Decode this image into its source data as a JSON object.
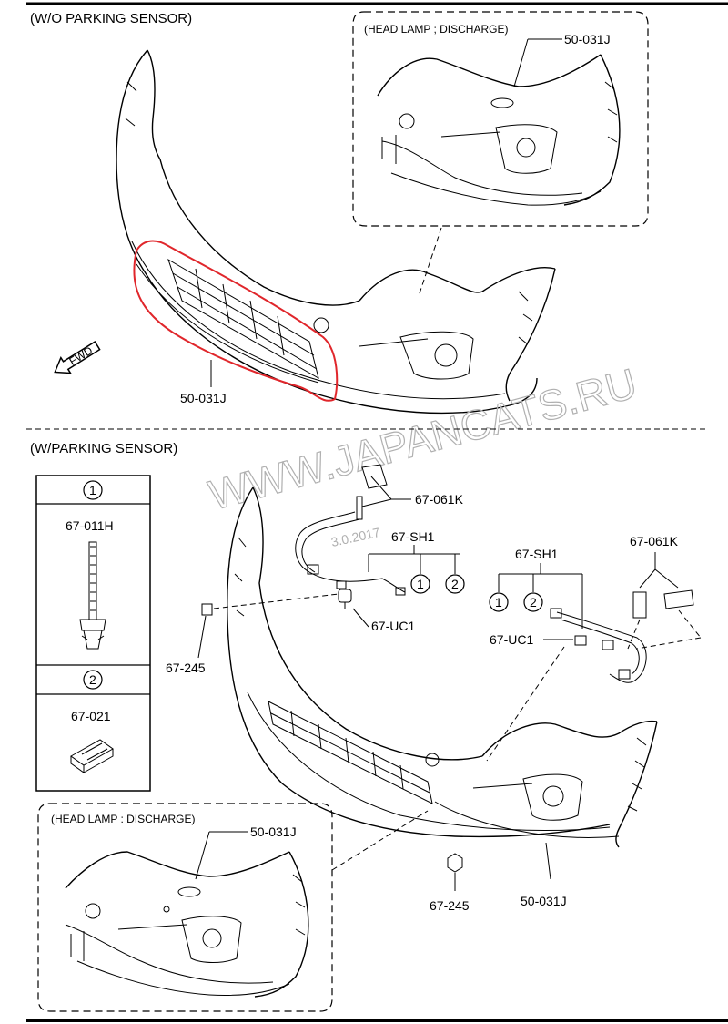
{
  "sections": {
    "without_sensor": "(W/O PARKING SENSOR)",
    "with_sensor": "(W/PARKING SENSOR)"
  },
  "inset_title": "(HEAD LAMP ; DISCHARGE)",
  "inset_title_bottom": "(HEAD LAMP : DISCHARGE)",
  "fwd": "FWD",
  "watermark": {
    "site": "WWW.JAPANCATS.RU",
    "date": "3.0.2017"
  },
  "legend": {
    "item1": {
      "number": "1",
      "part": "67-011H"
    },
    "item2": {
      "number": "2",
      "part": "67-021"
    }
  },
  "callouts": {
    "bumper_top": "50-031J",
    "bumper_top_inset": "50-031J",
    "bumper_bottom": "50-031J",
    "bumper_bottom_inset": "50-031J",
    "bracket_left": "67-061K",
    "bracket_right": "67-061K",
    "harness_left": "67-SH1",
    "harness_right": "67-SH1",
    "sensor_left": "67-UC1",
    "sensor_right": "67-UC1",
    "nut_left": "67-245",
    "nut_bottom": "67-245",
    "circle1": "1",
    "circle2": "2"
  },
  "colors": {
    "highlight": "#e0262b",
    "ink": "#000000"
  }
}
